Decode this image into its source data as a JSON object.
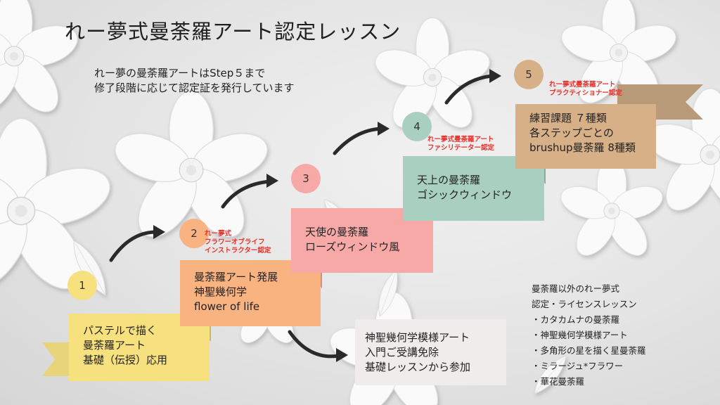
{
  "title": "れー夢式曼荼羅アート認定レッスン",
  "intro": {
    "line1": "れー夢の曼荼羅アートはStep５まで",
    "line2": "修了段階に応じて認定証を発行しています"
  },
  "steps": [
    {
      "num": "1",
      "lines": [
        "パステルで描く",
        "曼荼羅アート",
        "基礎（伝授）応用"
      ],
      "color": "#f7e07e"
    },
    {
      "num": "2",
      "lines": [
        "曼荼羅アート発展",
        "神聖幾何学",
        "flower of life"
      ],
      "color": "#f8b380",
      "cert": [
        "れー夢式",
        "フラワーオブライフ",
        "インストラクター認定"
      ]
    },
    {
      "num": "3",
      "lines": [
        "天使の曼荼羅",
        "ローズウィンドウ風"
      ],
      "color": "#f7a9a7"
    },
    {
      "num": "4",
      "lines": [
        "天上の曼荼羅",
        "ゴシックウィンドウ"
      ],
      "color": "#a9cfc0",
      "cert": [
        "れー夢式曼荼羅アート",
        "ファシリテーター認定"
      ]
    },
    {
      "num": "5",
      "lines": [
        "練習課題 ７種類",
        "各ステップごとの",
        "brushup曼荼羅 8種類"
      ],
      "color": "#d7b088",
      "cert": [
        "れー夢式曼荼羅アート",
        "プラクティショナー認定"
      ]
    }
  ],
  "entry_box": {
    "lines": [
      "神聖幾何学模様アート",
      "入門ご受講免除",
      "基礎レッスンから参加"
    ]
  },
  "others": {
    "heading1": "曼荼羅以外のれー夢式",
    "heading2": "認定・ライセンスレッスン",
    "items": [
      "・カタカムナの曼荼羅",
      "・神聖幾何学模様アート",
      "・多角形の星を描く星曼荼羅",
      "・ミラージュ*フラワー",
      "・華花曼荼羅"
    ]
  },
  "colors": {
    "cert_text": "#e8312c",
    "arrow": "#2a2a2a"
  }
}
